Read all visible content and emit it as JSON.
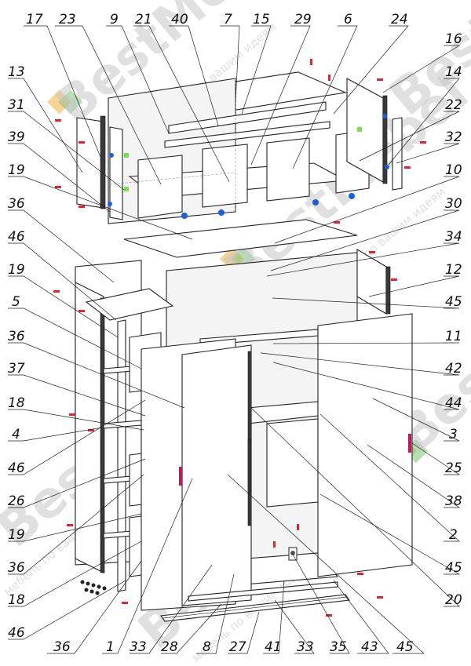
{
  "watermark": {
    "brand": "BestMebel",
    "tagline": "мебель по вашим идеям"
  },
  "colors": {
    "marker_red": "#e0262b",
    "marker_blue": "#1f5fd6",
    "marker_green": "#7ed957",
    "logo_orange": "#f5a623",
    "logo_green": "#6cc26c",
    "handle_magenta": "#c2185b"
  },
  "callouts": [
    {
      "id": "c17",
      "label": "17"
    },
    {
      "id": "c23",
      "label": "23"
    },
    {
      "id": "c9",
      "label": "9"
    },
    {
      "id": "c21",
      "label": "21"
    },
    {
      "id": "c40",
      "label": "40"
    },
    {
      "id": "c7",
      "label": "7"
    },
    {
      "id": "c15",
      "label": "15"
    },
    {
      "id": "c29",
      "label": "29"
    },
    {
      "id": "c6",
      "label": "6"
    },
    {
      "id": "c24",
      "label": "24"
    },
    {
      "id": "c16",
      "label": "16"
    },
    {
      "id": "c13",
      "label": "13"
    },
    {
      "id": "c14",
      "label": "14"
    },
    {
      "id": "c31",
      "label": "31"
    },
    {
      "id": "c22",
      "label": "22"
    },
    {
      "id": "c39",
      "label": "39"
    },
    {
      "id": "c32",
      "label": "32"
    },
    {
      "id": "c19a",
      "label": "19"
    },
    {
      "id": "c10",
      "label": "10"
    },
    {
      "id": "c36a",
      "label": "36"
    },
    {
      "id": "c30",
      "label": "30"
    },
    {
      "id": "c46a",
      "label": "46"
    },
    {
      "id": "c34",
      "label": "34"
    },
    {
      "id": "c19b",
      "label": "19"
    },
    {
      "id": "c12",
      "label": "12"
    },
    {
      "id": "c5",
      "label": "5"
    },
    {
      "id": "c45a",
      "label": "45"
    },
    {
      "id": "c36b",
      "label": "36"
    },
    {
      "id": "c11",
      "label": "11"
    },
    {
      "id": "c37",
      "label": "37"
    },
    {
      "id": "c42",
      "label": "42"
    },
    {
      "id": "c18a",
      "label": "18"
    },
    {
      "id": "c44",
      "label": "44"
    },
    {
      "id": "c4",
      "label": "4"
    },
    {
      "id": "c3",
      "label": "3"
    },
    {
      "id": "c46b",
      "label": "46"
    },
    {
      "id": "c25",
      "label": "25"
    },
    {
      "id": "c26",
      "label": "26"
    },
    {
      "id": "c38",
      "label": "38"
    },
    {
      "id": "c19c",
      "label": "19"
    },
    {
      "id": "c2",
      "label": "2"
    },
    {
      "id": "c36c",
      "label": "36"
    },
    {
      "id": "c45b",
      "label": "45"
    },
    {
      "id": "c18b",
      "label": "18"
    },
    {
      "id": "c20",
      "label": "20"
    },
    {
      "id": "c46c",
      "label": "46"
    },
    {
      "id": "c36d",
      "label": "36"
    },
    {
      "id": "c1",
      "label": "1"
    },
    {
      "id": "c33a",
      "label": "33"
    },
    {
      "id": "c28",
      "label": "28"
    },
    {
      "id": "c8",
      "label": "8"
    },
    {
      "id": "c27",
      "label": "27"
    },
    {
      "id": "c41",
      "label": "41"
    },
    {
      "id": "c33b",
      "label": "33"
    },
    {
      "id": "c35",
      "label": "35"
    },
    {
      "id": "c43",
      "label": "43"
    },
    {
      "id": "c45c",
      "label": "45"
    }
  ]
}
